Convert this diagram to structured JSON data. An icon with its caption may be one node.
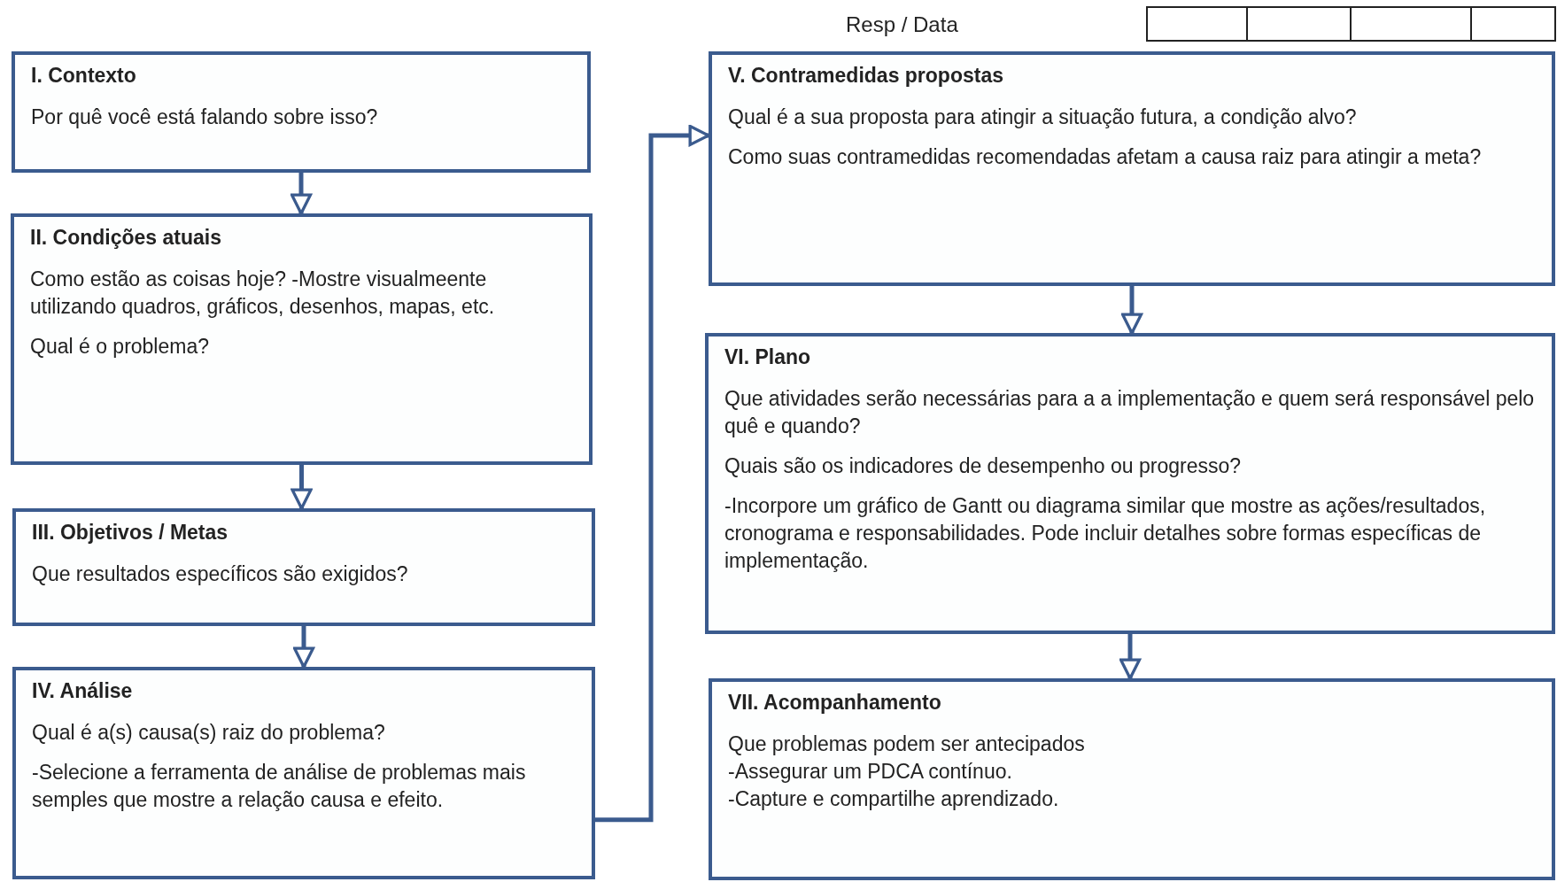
{
  "diagram": {
    "nodes": [
      {
        "text": [
          "I. Contexto",
          "Por quê você está falando sobre isso?"
        ]
      },
      {
        "text": [
          "II. Condições atuais",
          "Como estão as coisas hoje? -Mostre visualmeente utilizando quadros, gráficos, desenhos, mapas, etc.",
          "Qual é o problema?"
        ]
      },
      {
        "text": [
          "III. Objetivos / Metas",
          "Que resultados específicos são exigidos?"
        ]
      },
      {
        "text": [
          "IV. Análise",
          "Qual é a(s) causa(s) raiz do problema?",
          "-Selecione a ferramenta de análise de problemas mais semples que mostre a relação causa e efeito."
        ]
      },
      {
        "text": [
          "V. Contramedidas propostas",
          "Qual é a sua proposta para atingir a situação futura, a condição alvo?",
          "Como suas contramedidas recomendadas afetam a causa raiz para atingir a meta?"
        ]
      },
      {
        "text": [
          "VI. Plano",
          "Que atividades serão necessárias para a a implementação e quem será responsável pelo quê e quando?",
          "Quais são os indicadores de desempenho ou progresso?",
          "-Incorpore um gráfico de Gantt ou diagrama similar que mostre as ações/resultados, cronograma e responsabilidades. Pode incluir detalhes sobre formas específicas de implementação."
        ]
      },
      {
        "text": [
          "VII. Acompanhamento",
          "Que problemas podem ser antecipados",
          "-Assegurar um PDCA contínuo.",
          "-Capture e compartilhe aprendizado."
        ]
      }
    ],
    "edges": [
      {
        "from": 0,
        "to": 1,
        "arrow": "to"
      },
      {
        "from": 1,
        "to": 2,
        "arrow": "to"
      },
      {
        "from": 2,
        "to": 3,
        "arrow": "to"
      },
      {
        "from": 3,
        "to": 4,
        "arrow": "to"
      },
      {
        "from": 4,
        "to": 5,
        "arrow": "to"
      },
      {
        "from": 5,
        "to": 6,
        "arrow": "to"
      }
    ],
    "labels": [
      "Resp / Data"
    ]
  }
}
